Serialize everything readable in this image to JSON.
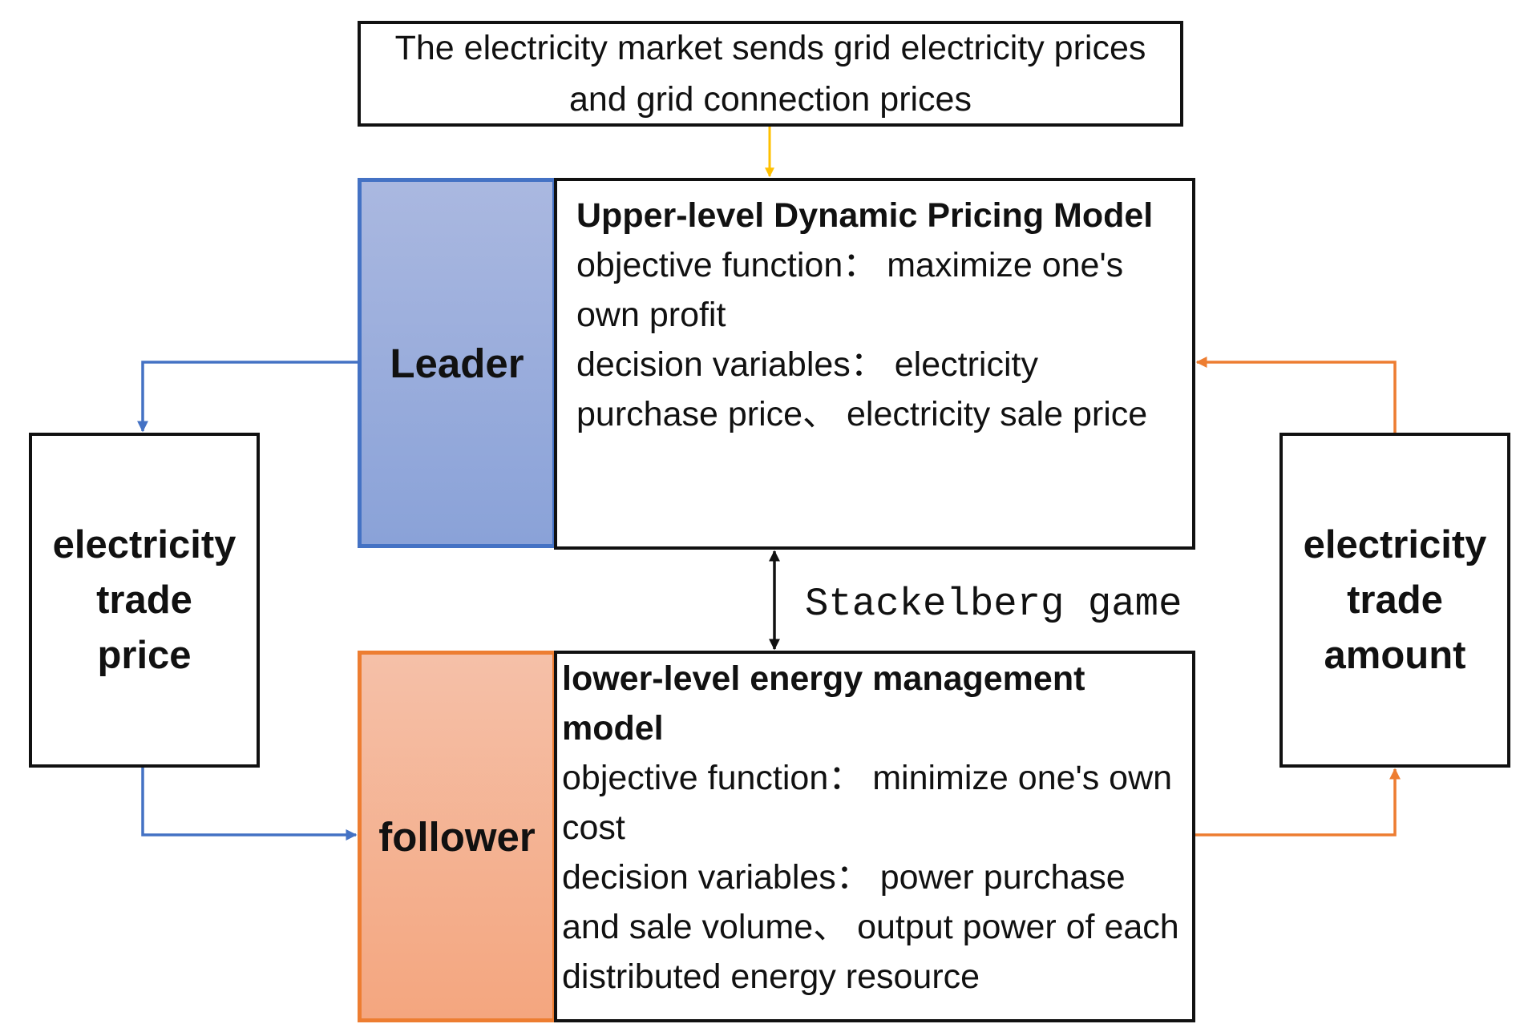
{
  "market": {
    "text": "The electricity market sends grid electricity prices and grid connection prices"
  },
  "leader": {
    "label": "Leader"
  },
  "follower": {
    "label": "follower"
  },
  "upper_model": {
    "title": "Upper-level Dynamic Pricing Model",
    "objective": "objective function： maximize one's own profit",
    "decision": "decision variables： electricity purchase price、 electricity sale price"
  },
  "lower_model": {
    "title": "lower-level energy management model",
    "objective": "objective function： minimize one's own cost",
    "decision": "decision variables： power purchase and sale volume、 output power of each distributed energy resource"
  },
  "game": {
    "label": "Stackelberg game"
  },
  "price_box": {
    "line1": "electricity",
    "line2": "trade",
    "line3": "price"
  },
  "amount_box": {
    "line1": "electricity",
    "line2": "trade",
    "line3": "amount"
  },
  "colors": {
    "leader": "#4472c4",
    "follower": "#ed7d31",
    "market_arrow": "#ffc000",
    "border": "#111111"
  }
}
